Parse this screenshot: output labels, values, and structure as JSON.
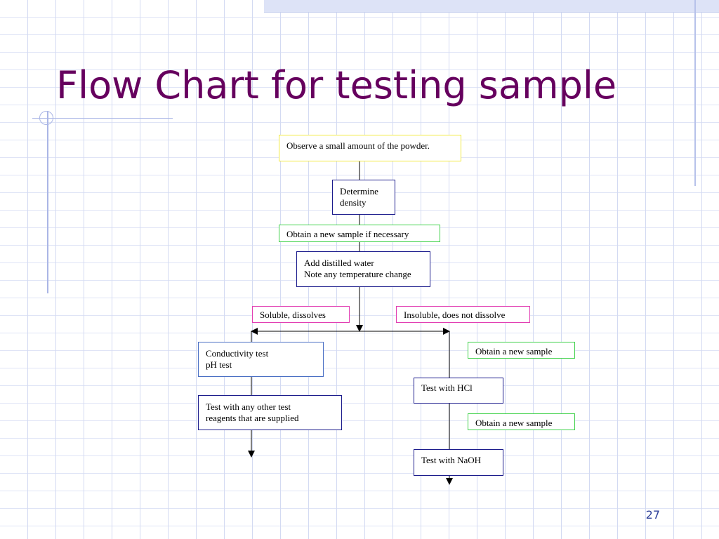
{
  "slide": {
    "title": "Flow Chart for testing sample",
    "page_number": "27"
  },
  "colors": {
    "title": "#66005e",
    "page_number": "#2d3f99",
    "border_yellow": "#f2e93d",
    "border_navy": "#1c1c8c",
    "border_green": "#3fd14a",
    "border_pink": "#e23fb3",
    "border_blue": "#4a6fc4"
  },
  "flowchart": {
    "observe": "Observe a small amount of the powder.",
    "density": [
      "Determine",
      "density"
    ],
    "new_sample_if_necessary": "Obtain a new sample if necessary",
    "distilled_water": [
      "Add distilled water",
      "Note any temperature change"
    ],
    "soluble": "Soluble, dissolves",
    "insoluble": "Insoluble, does not dissolve",
    "conductivity": [
      "Conductivity test",
      "pH test"
    ],
    "other_reagents": [
      "Test with any other test",
      "reagents that are supplied"
    ],
    "new_sample_1": "Obtain a new sample",
    "test_hcl": "Test with HCl",
    "new_sample_2": "Obtain a new sample",
    "test_naoh": "Test with NaOH"
  }
}
